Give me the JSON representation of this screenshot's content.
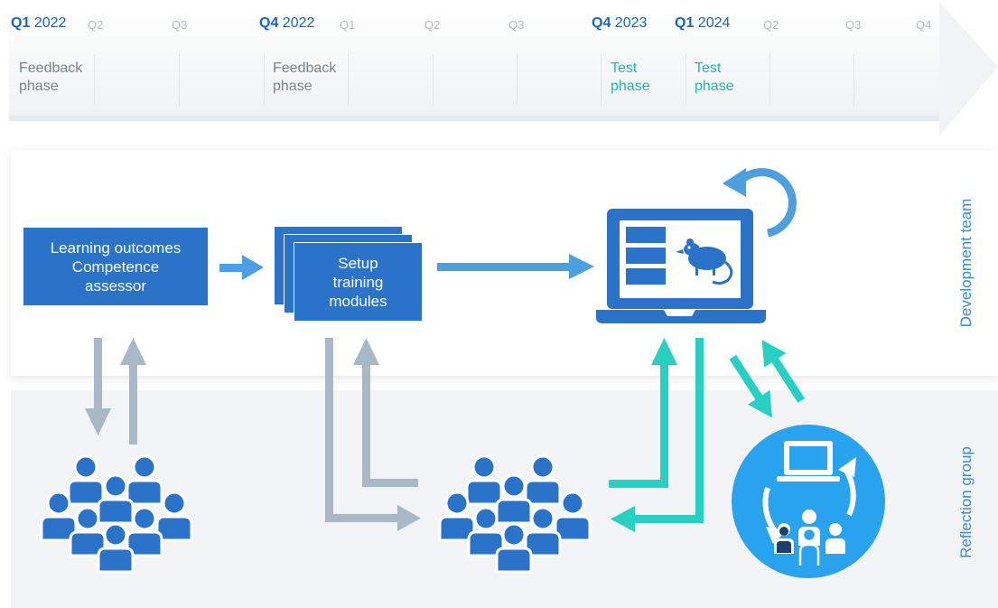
{
  "timeline": {
    "labels": [
      {
        "q": "Q1",
        "year": "2022",
        "major": true
      },
      {
        "q": "Q2",
        "major": false
      },
      {
        "q": "Q3",
        "major": false
      },
      {
        "q": "Q4",
        "year": "2022",
        "major": true
      },
      {
        "q": "Q1",
        "major": false
      },
      {
        "q": "Q2",
        "major": false
      },
      {
        "q": "Q3",
        "major": false
      },
      {
        "q": "Q4",
        "year": "2023",
        "major": true
      },
      {
        "q": "Q1",
        "year": "2024",
        "major": true
      },
      {
        "q": "Q2",
        "major": false
      },
      {
        "q": "Q3",
        "major": false
      },
      {
        "q": "Q4",
        "major": false
      }
    ],
    "phases": {
      "feedback_1": [
        "Feedback",
        "phase"
      ],
      "feedback_2": [
        "Feedback",
        "phase"
      ],
      "test_1": [
        "Test",
        "phase"
      ],
      "test_2": [
        "Test",
        "phase"
      ]
    }
  },
  "boxes": {
    "learning_outcomes": [
      "Learning outcomes",
      "Competence",
      "assessor"
    ],
    "setup_modules": [
      "Setup",
      "training",
      "modules"
    ]
  },
  "sides": {
    "development_team": "Development team",
    "reflection_group": "Reflection group"
  },
  "icons": [
    "laptop-rat-simulation-icon",
    "refresh-arrow-icon",
    "people-group-icon",
    "reflection-meeting-icon"
  ],
  "colors": {
    "primary_blue": "#2a73c9",
    "light_blue": "#4d9fe0",
    "teal": "#28d0c3",
    "gray_arrow": "#a8b8c6",
    "circle_blue": "#29a3ee"
  }
}
